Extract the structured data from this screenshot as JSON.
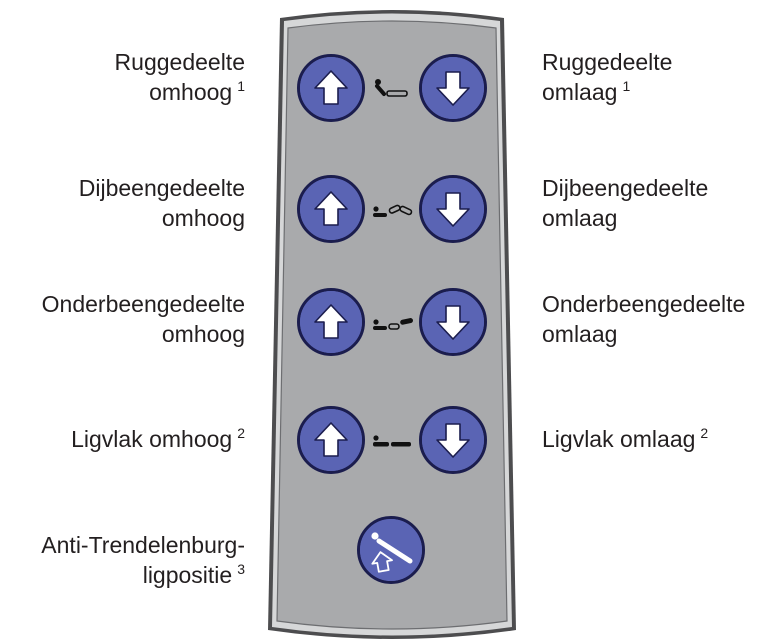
{
  "colors": {
    "button_fill": "#5a64b4",
    "button_border": "#1b1d4e",
    "panel_fill": "#a9aaac",
    "panel_border": "#4d4d4f",
    "text": "#231f20"
  },
  "rows": [
    {
      "left": {
        "line1": "Ruggedeelte",
        "line2": "omhoog",
        "note": "1"
      },
      "right": {
        "line1": "Ruggedeelte",
        "line2": "omlaag",
        "note": "1"
      },
      "symbol_icon": "backrest-symbol-icon"
    },
    {
      "left": {
        "line1": "Dijbeengedeelte",
        "line2": "omhoog",
        "note": ""
      },
      "right": {
        "line1": "Dijbeengedeelte",
        "line2": "omlaag",
        "note": ""
      },
      "symbol_icon": "thigh-section-symbol-icon"
    },
    {
      "left": {
        "line1": "Onderbeengedeelte",
        "line2": "omhoog",
        "note": ""
      },
      "right": {
        "line1": "Onderbeengedeelte",
        "line2": "omlaag",
        "note": ""
      },
      "symbol_icon": "lower-leg-section-symbol-icon"
    },
    {
      "left": {
        "line1": "Ligvlak omhoog",
        "note": "2"
      },
      "right": {
        "line1": "Ligvlak omlaag",
        "note": "2"
      },
      "symbol_icon": "lying-surface-symbol-icon"
    }
  ],
  "anti_trendelenburg": {
    "line1": "Anti-Trendelenburg-",
    "line2": "ligpositie",
    "note": "3"
  },
  "icons": {
    "up": "arrow-up-icon",
    "down": "arrow-down-icon",
    "anti_trendelenburg": "anti-trendelenburg-icon"
  }
}
